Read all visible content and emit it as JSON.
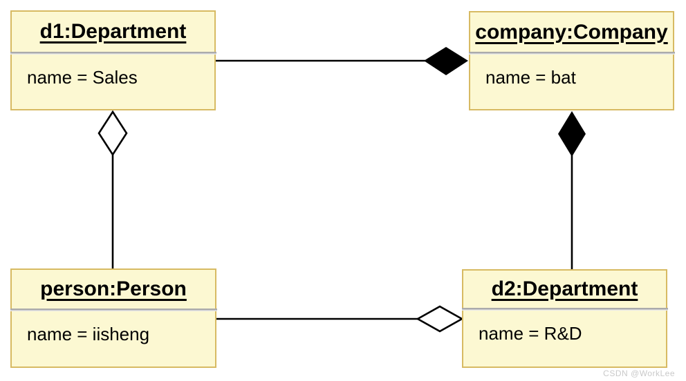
{
  "diagram": {
    "kind": "uml-object-diagram",
    "watermark": "CSDN @WorkLee",
    "colors": {
      "object_fill": "#FCF8D2",
      "object_border": "#D7BA62",
      "divider": "#ABABAB",
      "connector": "#000000",
      "watermark_text": "#C9C9C9"
    },
    "objects": [
      {
        "id": "d1",
        "title": "d1:Department",
        "attribute": "name = Sales"
      },
      {
        "id": "company",
        "title": "company:Company",
        "attribute": "name = bat"
      },
      {
        "id": "person",
        "title": "person:Person",
        "attribute": "name = iisheng"
      },
      {
        "id": "d2",
        "title": "d2:Department",
        "attribute": "name = R&D"
      }
    ],
    "links": [
      {
        "from": "d1",
        "to": "company",
        "type": "composition",
        "diamond": "filled",
        "diamond_at": "company"
      },
      {
        "from": "d2",
        "to": "company",
        "type": "composition",
        "diamond": "filled",
        "diamond_at": "company"
      },
      {
        "from": "person",
        "to": "d1",
        "type": "aggregation",
        "diamond": "hollow",
        "diamond_at": "d1"
      },
      {
        "from": "person",
        "to": "d2",
        "type": "aggregation",
        "diamond": "hollow",
        "diamond_at": "d2"
      }
    ]
  }
}
